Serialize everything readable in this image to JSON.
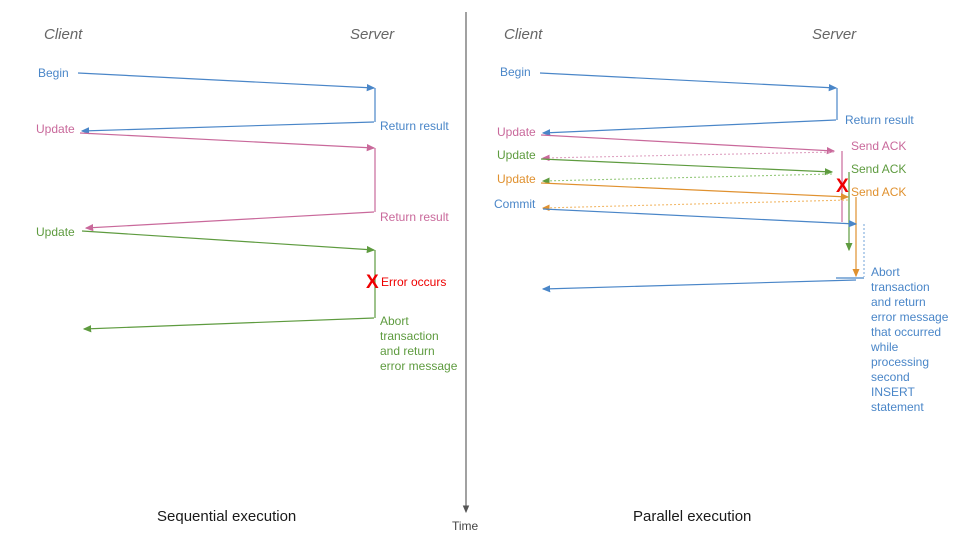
{
  "meta": {
    "colors": {
      "blue": "#4a86c8",
      "blue_light": "#7fabdb",
      "pink": "#c9699b",
      "pink_light": "#dfa3c2",
      "green": "#5e9b3f",
      "green_light": "#96c97c",
      "orange": "#e0912f",
      "orange_light": "#f2b96a",
      "red": "#ee0000",
      "gray": "#666666",
      "axis": "#555555"
    }
  },
  "time_axis": {
    "label": "Time"
  },
  "panels": [
    {
      "id": "sequential",
      "caption": "Sequential execution",
      "lanes": {
        "client": "Client",
        "server": "Server"
      },
      "messages": [
        {
          "label": "Begin",
          "color_key": "blue",
          "side": "client"
        },
        {
          "label": "Return result",
          "color_key": "blue",
          "side": "server"
        },
        {
          "label": "Update",
          "color_key": "pink",
          "side": "client"
        },
        {
          "label": "Return result",
          "color_key": "pink",
          "side": "server"
        },
        {
          "label": "Update",
          "color_key": "green",
          "side": "client"
        }
      ],
      "error": {
        "marker": "X",
        "label": "Error occurs",
        "color_key": "red"
      },
      "abort_note": {
        "color_key": "green",
        "lines": [
          "Abort",
          "transaction",
          "and return",
          "error message"
        ]
      }
    },
    {
      "id": "parallel",
      "caption": "Parallel execution",
      "lanes": {
        "client": "Client",
        "server": "Server"
      },
      "messages": [
        {
          "label": "Begin",
          "color_key": "blue",
          "side": "client"
        },
        {
          "label": "Return result",
          "color_key": "blue",
          "side": "server"
        },
        {
          "label": "Update",
          "color_key": "pink",
          "side": "client"
        },
        {
          "label": "Send ACK",
          "color_key": "pink",
          "side": "server"
        },
        {
          "label": "Update",
          "color_key": "green",
          "side": "client"
        },
        {
          "label": "Send ACK",
          "color_key": "green",
          "side": "server"
        },
        {
          "label": "Update",
          "color_key": "orange",
          "side": "client"
        },
        {
          "label": "Send ACK",
          "color_key": "orange",
          "side": "server"
        },
        {
          "label": "Commit",
          "color_key": "blue",
          "side": "client"
        }
      ],
      "error": {
        "marker": "X",
        "label": "",
        "color_key": "red"
      },
      "abort_note": {
        "color_key": "blue",
        "lines": [
          "Abort",
          "transaction",
          "and return",
          "error message",
          "that occurred",
          "while",
          "processing",
          "second",
          "INSERT",
          "statement"
        ]
      }
    }
  ]
}
